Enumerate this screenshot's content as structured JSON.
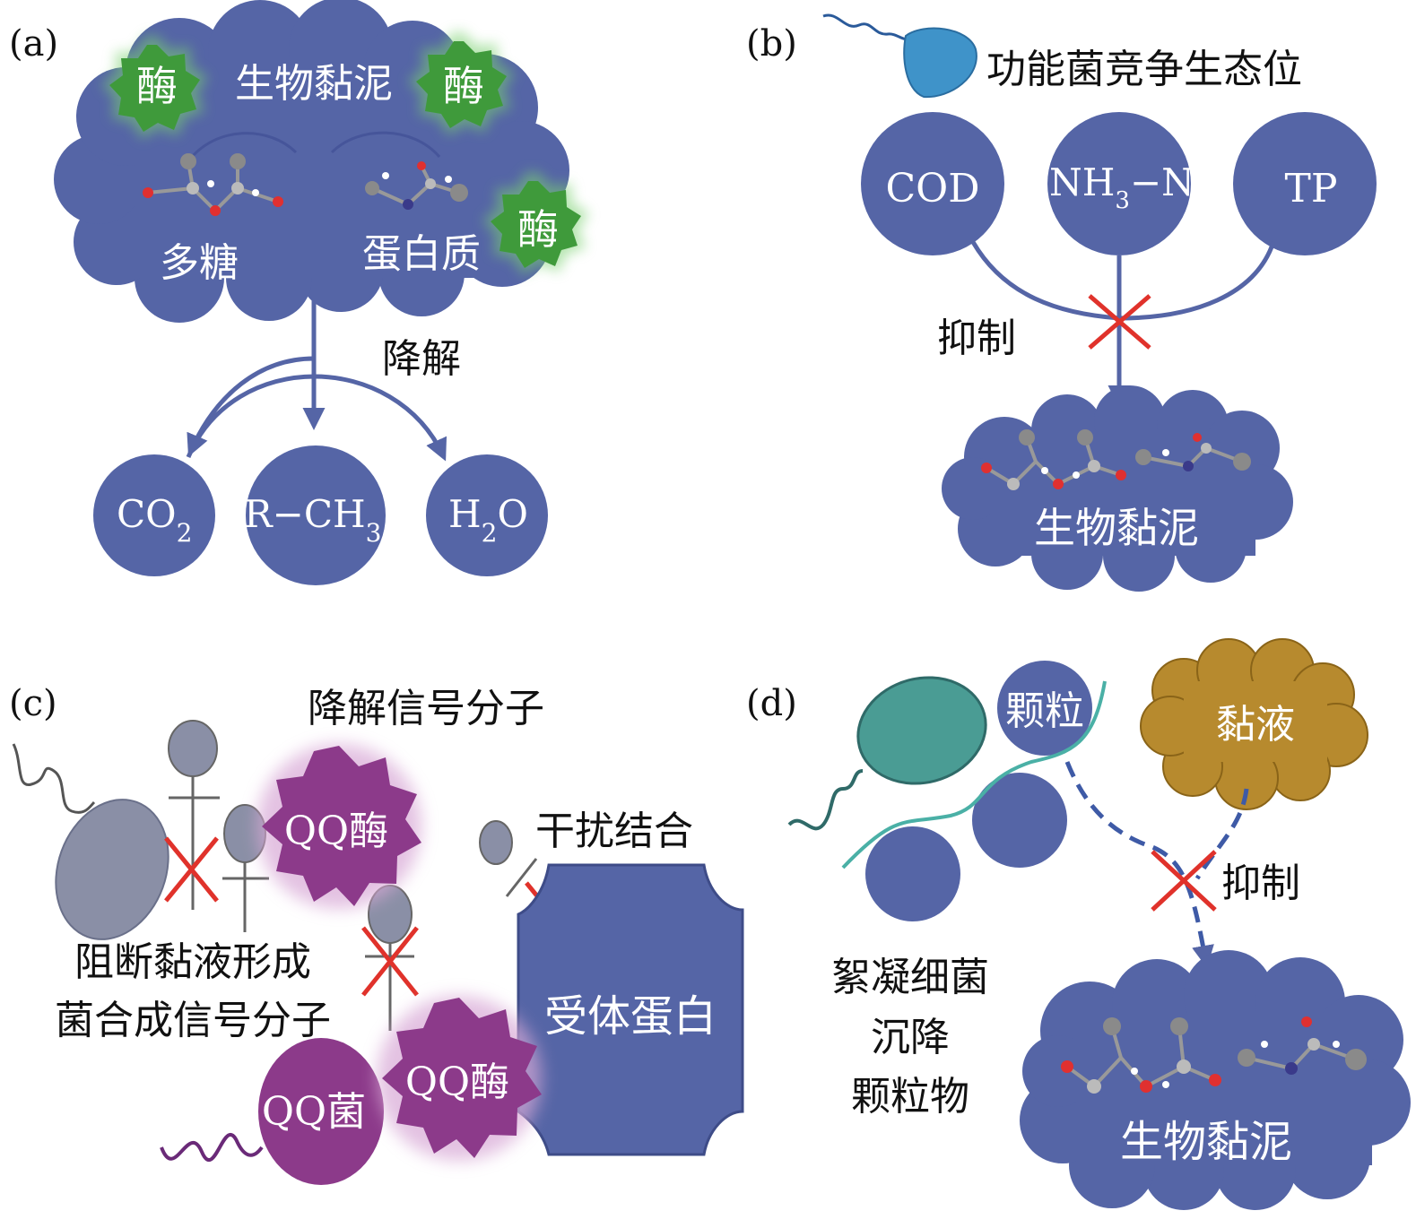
{
  "panels": {
    "a": {
      "tag": "(a)",
      "cloud_label": "生物黏泥",
      "enzyme_label": "酶",
      "polysaccharide": "多糖",
      "protein": "蛋白质",
      "degrade_label": "降解",
      "products": {
        "co2": {
          "main": "CO",
          "sub": "2"
        },
        "rch3": {
          "main": "R−CH",
          "sub": "3"
        },
        "h2o": {
          "pre": "H",
          "sub": "2",
          "post": "O"
        }
      }
    },
    "b": {
      "tag": "(b)",
      "competition_label": "功能菌竞争生态位",
      "cod": "COD",
      "nh3n": {
        "pre": "NH",
        "sub": "3",
        "post": "−N"
      },
      "tp": "TP",
      "inhibit_label": "抑制",
      "biofilm_label": "生物黏泥"
    },
    "c": {
      "tag": "(c)",
      "degrade_signal_label": "降解信号分子",
      "qq_enzyme_label": "QQ酶",
      "interfere_label": "干扰结合",
      "block_label_line1": "阻断黏液形成",
      "block_label_line2": "菌合成信号分子",
      "qq_bacteria_label": "QQ菌",
      "receptor_label": "受体蛋白"
    },
    "d": {
      "tag": "(d)",
      "particle_label": "颗粒",
      "mucus_label": "黏液",
      "inhibit_label": "抑制",
      "floc_line1": "絮凝细菌",
      "floc_line2": "沉降",
      "floc_line3": "颗粒物",
      "biofilm_label": "生物黏泥"
    }
  },
  "colors": {
    "blob": "#5565a6",
    "enzyme_green": "#3f9a3b",
    "qq_purple": "#8c3a8a",
    "cell_gray": "#8a8fa6",
    "bacterium_teal": "#4a9c94",
    "mucus_brown": "#b78a2e",
    "bacterium_blue": "#3f93c9",
    "cross_red": "#e0322b"
  }
}
